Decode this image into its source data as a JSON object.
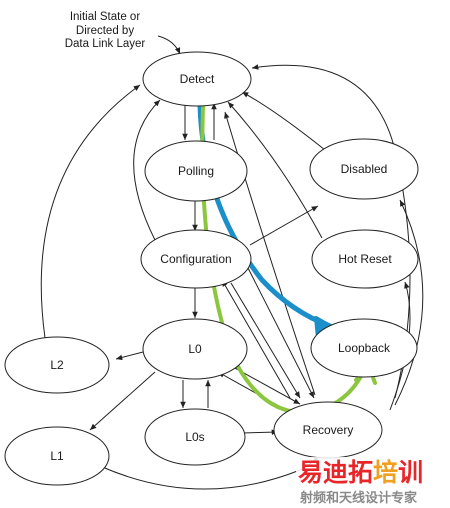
{
  "caption": [
    "Initial State or",
    "Directed by",
    "Data Link Layer"
  ],
  "states": {
    "detect": "Detect",
    "polling": "Polling",
    "configuration": "Configuration",
    "disabled": "Disabled",
    "hot_reset": "Hot Reset",
    "l0": "L0",
    "l2": "L2",
    "l1": "L1",
    "l0s": "L0s",
    "loopback": "Loopback",
    "recovery": "Recovery"
  },
  "highlight_colors": {
    "blue": "#1a8fc9",
    "green": "#8cc63f"
  },
  "watermark": {
    "chars": [
      "易",
      "迪",
      "拓",
      "培",
      "训"
    ],
    "char_colors": [
      "#e8262a",
      "#e8262a",
      "#e8262a",
      "#f0a020",
      "#e8262a"
    ],
    "subtitle": "射频和天线设计专家"
  }
}
